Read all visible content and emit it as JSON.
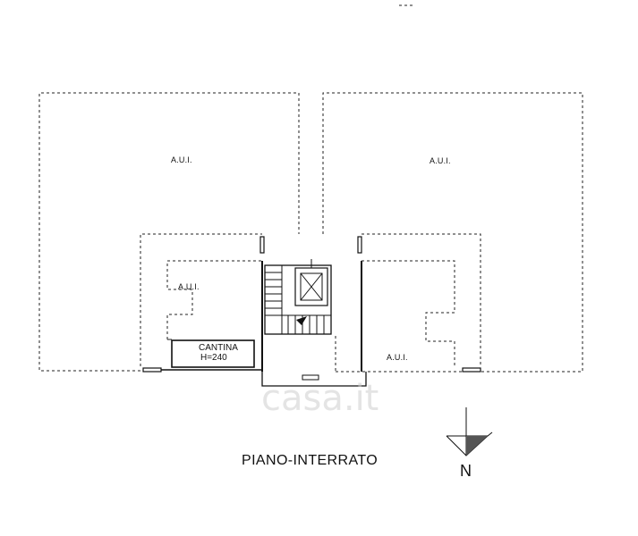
{
  "plan": {
    "rooms": {
      "top_left": "A.U.I.",
      "top_right": "A.U.I.",
      "inner_left": "A.U.I.",
      "inner_right": "A.U.I."
    },
    "cellar": {
      "line1": "CANTINA",
      "line2": "H=240"
    },
    "floor_title": "PIANO-INTERRATO",
    "north_letter": "N"
  },
  "watermark": {
    "text": "casa.it"
  }
}
